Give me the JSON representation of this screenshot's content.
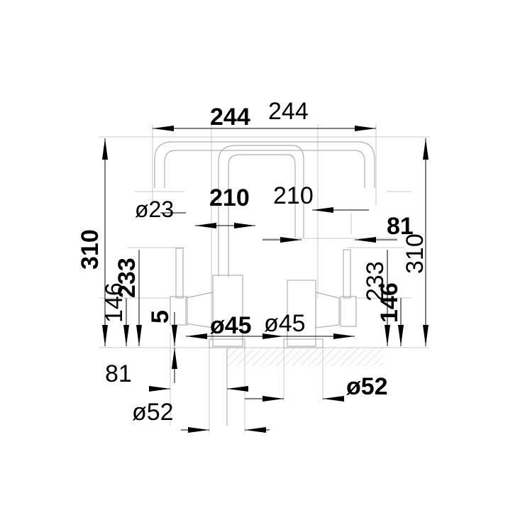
{
  "dimensions": {
    "width_bold": "244",
    "width_thin": "244",
    "spout_reach_bold": "210",
    "spout_reach_thin": "210",
    "spout_dia": "ø23",
    "height_bold": "310",
    "height_thin": "310",
    "lever_height_bold": "233",
    "lever_height_thin": "233",
    "outlet_height_bold": "146",
    "outlet_height_thin": "146",
    "spout_offset_bold": "81",
    "spout_offset_thin": "81",
    "base_thickness": "5",
    "body_dia_bold": "ø45",
    "body_dia_thin": "ø45",
    "base_dia_bold": "ø52",
    "base_dia_thin": "ø52"
  },
  "colors": {
    "line": "#000000",
    "part_outline": "#b0b0b0",
    "hatch": "#c8c8c8"
  }
}
